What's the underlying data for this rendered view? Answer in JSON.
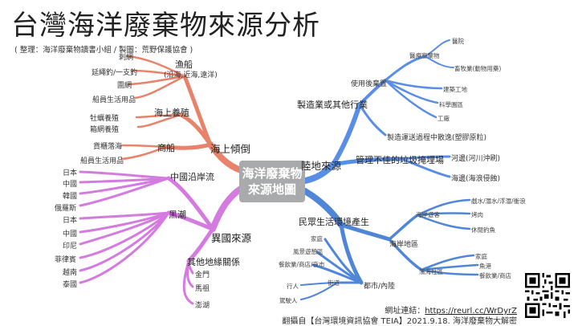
{
  "title": "台灣海洋廢棄物來源分析",
  "subtitle": "( 整理：海洋廢棄物讀書小組 / 製圖：荒野保護協會 )",
  "center": [
    "海洋廢棄物",
    "來源地圖"
  ],
  "left": {
    "sea": {
      "label": "海上傾倒",
      "fishing": {
        "label": "漁船",
        "sub": "(沿海,近海,遠洋)",
        "items": [
          "刺網",
          "延繩釣/一支釣",
          "圍網",
          "船員生活用品"
        ]
      },
      "aqua": {
        "label": "海上養殖",
        "items": [
          "牡蠣養殖",
          "箱網養殖"
        ]
      },
      "merchant": {
        "label": "商船",
        "items": [
          "貨櫃落海",
          "船員生活用品"
        ]
      }
    },
    "foreign": {
      "label": "異國來源",
      "china_coast": {
        "label": "中國沿岸流",
        "items": [
          "日本",
          "中國",
          "韓國",
          "俄羅斯"
        ]
      },
      "kuroshio": {
        "label": "黑潮",
        "items": [
          "日本",
          "中國",
          "印尼",
          "菲律賓",
          "越南",
          "泰國"
        ]
      },
      "other": {
        "label": "其他地緣關係",
        "items": [
          "金門",
          "馬祖",
          "澎湖"
        ]
      }
    }
  },
  "right": {
    "land": {
      "label": "陸地來源",
      "industry": {
        "label": "製造業或其他行業",
        "use": {
          "label": "使用後棄置",
          "medical": {
            "label": "醫療廢棄物",
            "items": [
              "醫院",
              "畜牧業(動物用藥)"
            ]
          },
          "items": [
            "建築工地",
            "科學園區",
            "工廠"
          ]
        },
        "transport": "製造運送過程中散逸(塑膠原粒)"
      },
      "poor": {
        "label": "管理不佳的垃圾掩埋場",
        "items": [
          "河邊(河川沖刷)",
          "海邊(海浪侵蝕)"
        ]
      }
    },
    "life": {
      "label": "民眾生活環境產生",
      "coast": {
        "label": "海岸地區",
        "recreation": {
          "label": "海岸遊客",
          "items": [
            "戲水/潛水/浮潛/衝浪",
            "烤肉",
            "休閒釣魚"
          ]
        },
        "community": {
          "label": "濱海社區",
          "items": [
            "家庭",
            "魚港",
            "餐飲業/商店"
          ]
        }
      },
      "city": {
        "label": "都市/內陸",
        "items": [
          "家庭",
          "風景遊憩區",
          "餐飲業/商店/夜市"
        ],
        "street": {
          "label": "街道",
          "items": [
            "行人",
            "駕駛人"
          ]
        }
      }
    }
  },
  "footer": {
    "url_label": "網址連結：",
    "url": "https://reurl.cc/WrDyrZ",
    "source": "翻攝自【台灣環境資訊協會 TEIA】2021.9.18. 海洋廢棄物大解密"
  },
  "colors": {
    "sea": "#e8826a",
    "foreign": "#d47be0",
    "industry": "#5a8ee6",
    "life": "#4f86d8",
    "center": "#a9aaab"
  }
}
